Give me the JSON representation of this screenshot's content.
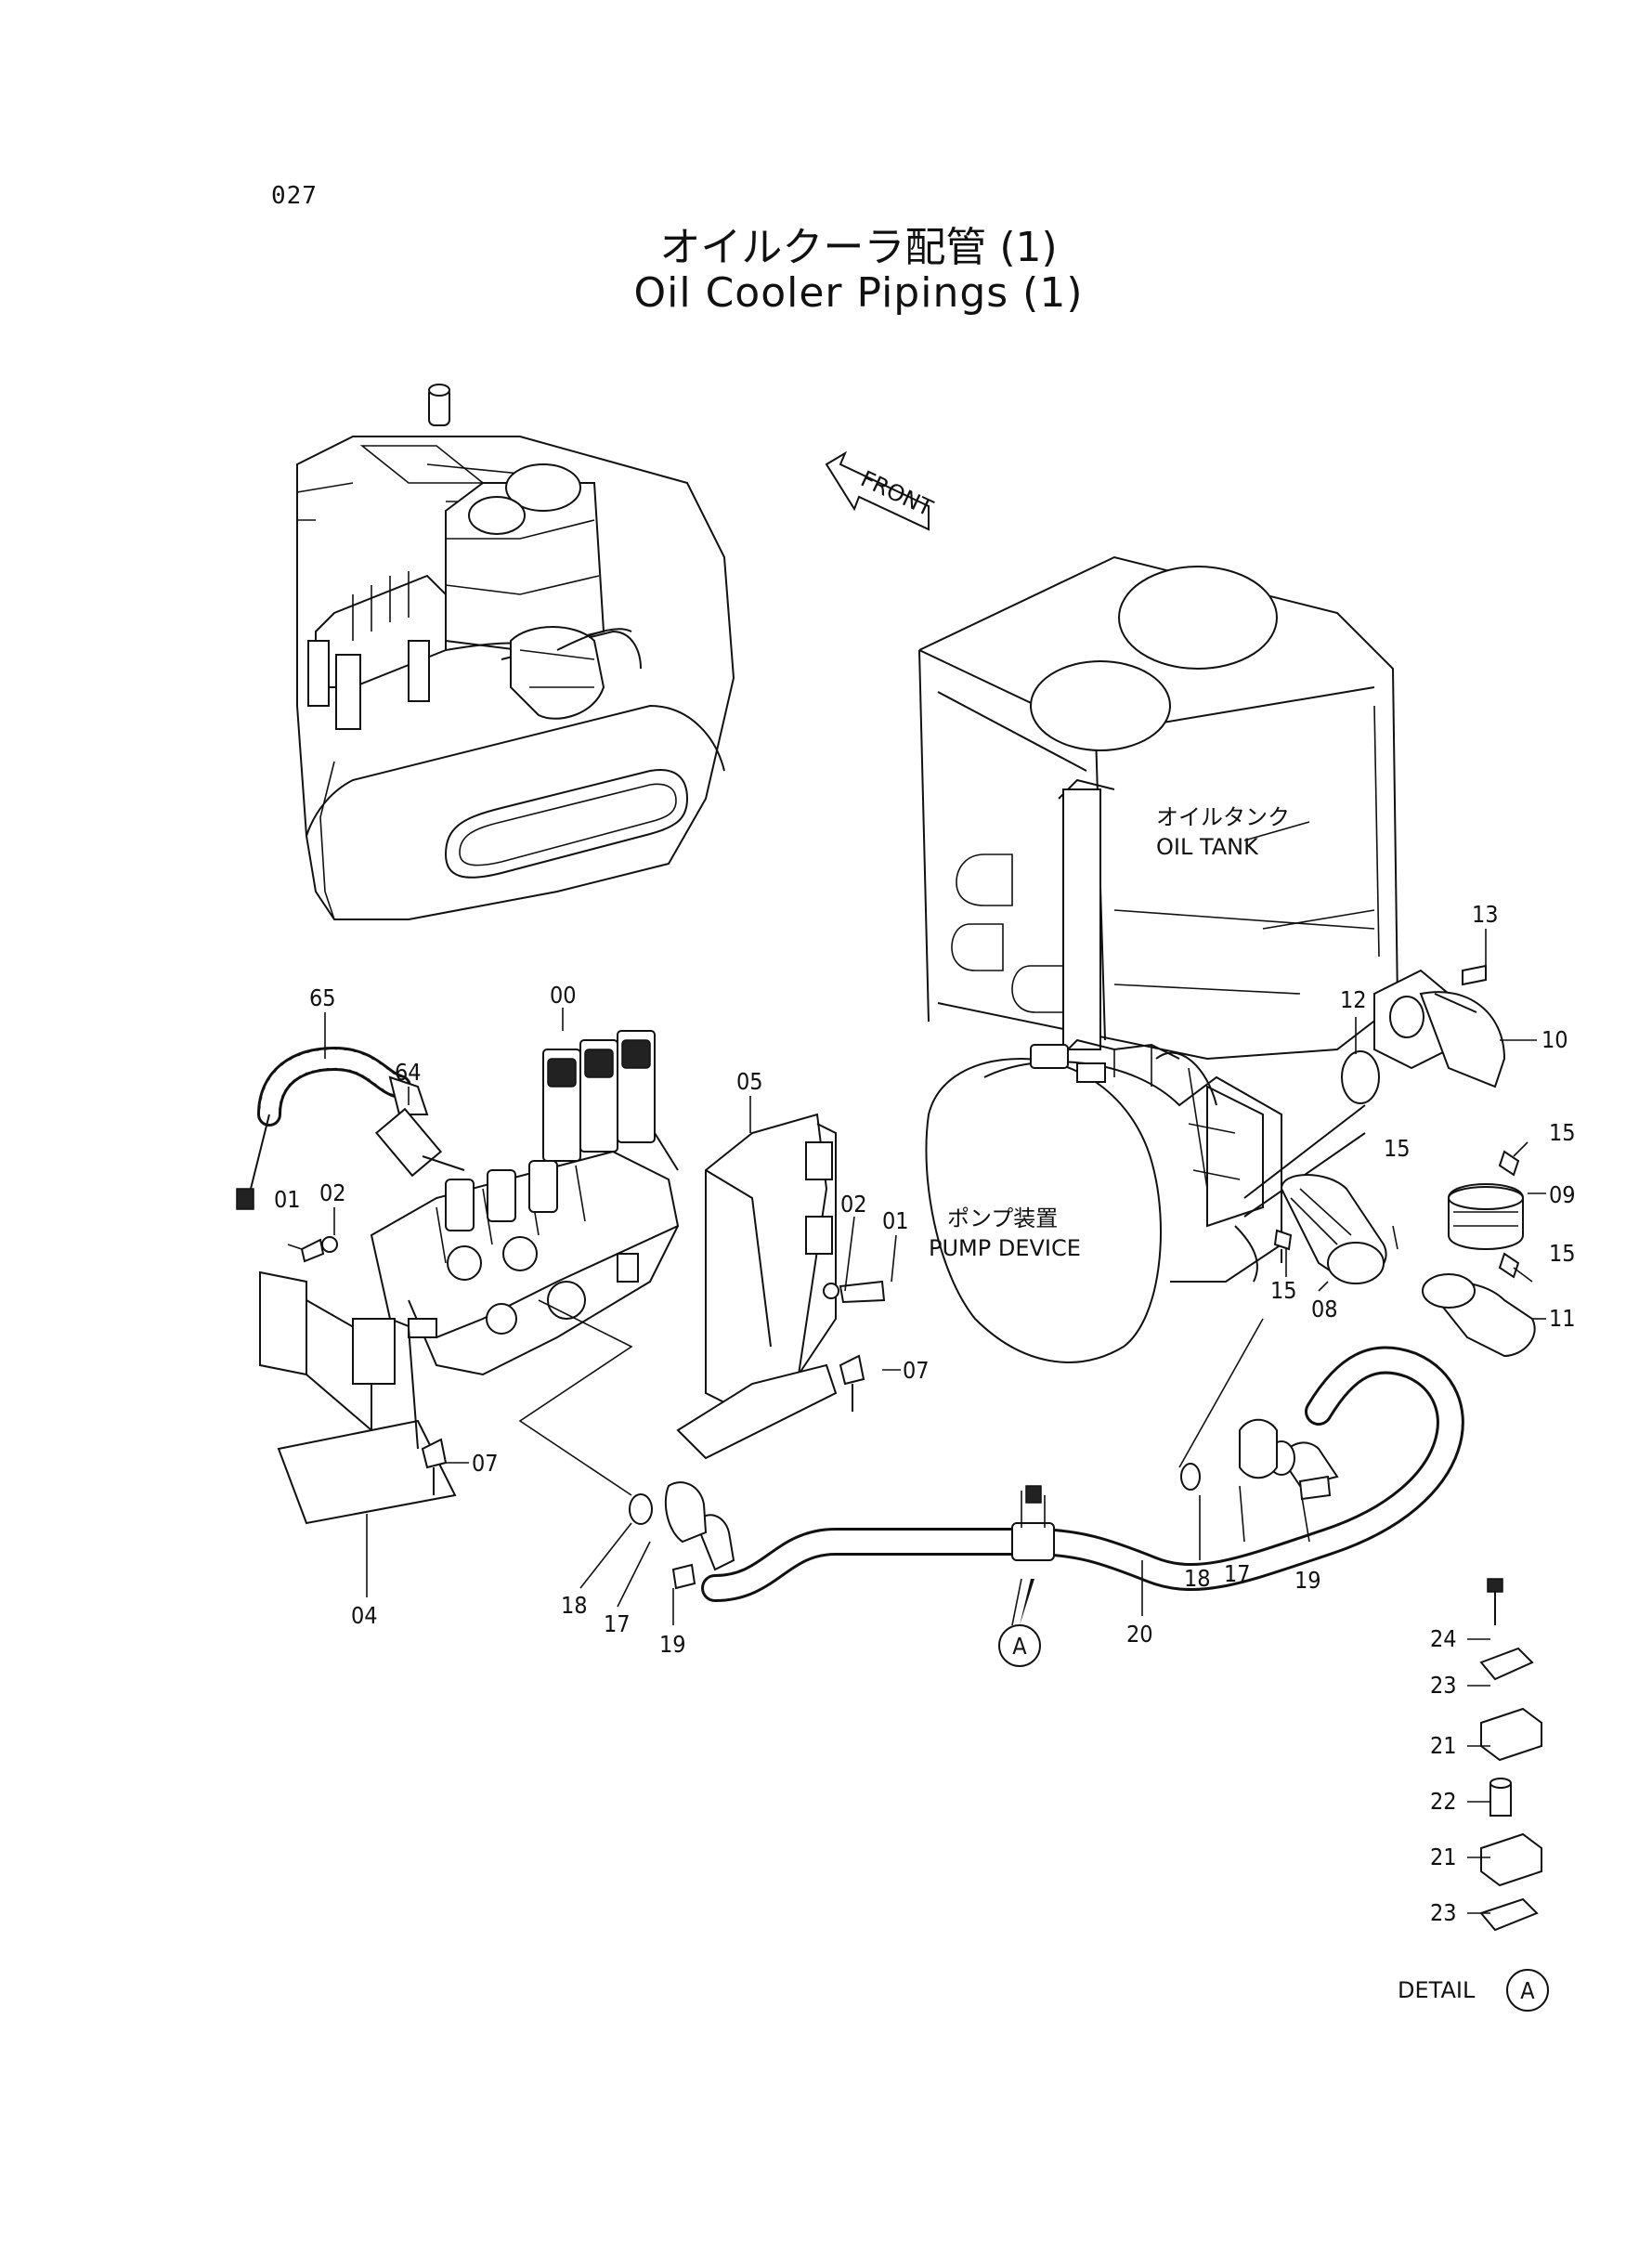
{
  "page_number": "027",
  "title_jp": "オイルクーラ配管 (1)",
  "title_en": "Oil Cooler Pipings (1)",
  "front_arrow_label": "FRONT",
  "oil_tank": {
    "jp": "オイルタンク",
    "en": "OIL TANK"
  },
  "pump_device": {
    "jp": "ポンプ装置",
    "en": "PUMP DEVICE"
  },
  "detail_marker": "A",
  "detail_label": "DETAIL",
  "part_labels": {
    "p00": "00",
    "p65": "65",
    "p64": "64",
    "p01a": "01",
    "p02a": "02",
    "p05": "05",
    "p02b": "02",
    "p01b": "01",
    "p07a": "07",
    "p07b": "07",
    "p04": "04",
    "p18a": "18",
    "p17a": "17",
    "p19a": "19",
    "p20": "20",
    "p18b": "18",
    "p17b": "17",
    "p19b": "19",
    "p13": "13",
    "p12": "12",
    "p10": "10",
    "p15a": "15",
    "p15b": "15",
    "p09": "09",
    "p15c": "15",
    "p15d": "15",
    "p08": "08",
    "p11": "11",
    "p24": "24",
    "p23a": "23",
    "p21a": "21",
    "p22": "22",
    "p21b": "21",
    "p23b": "23"
  }
}
